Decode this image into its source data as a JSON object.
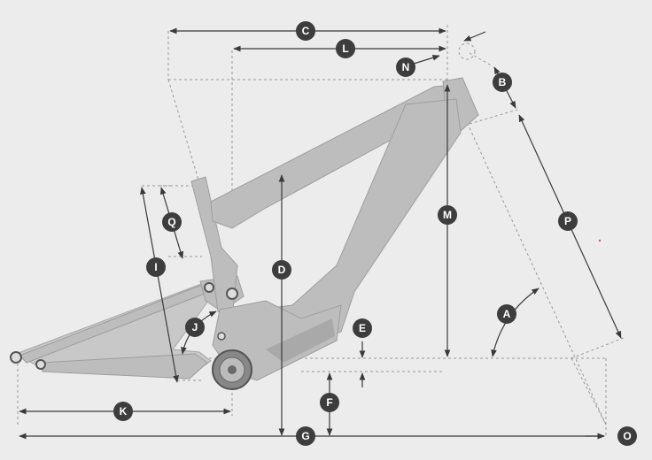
{
  "diagram": {
    "labels": {
      "c": "C",
      "l": "L",
      "n": "N",
      "b": "B",
      "m": "M",
      "p": "P",
      "q": "Q",
      "i": "I",
      "d": "D",
      "a": "A",
      "j": "J",
      "e": "E",
      "k": "K",
      "f": "F",
      "g": "G",
      "o": "O"
    },
    "colors": {
      "background": "#ececec",
      "frame": "#bdbdbd",
      "badge": "#3d3d3d",
      "dimension_line": "#3a3a3a",
      "guide_line": "#9a9a9a"
    }
  }
}
